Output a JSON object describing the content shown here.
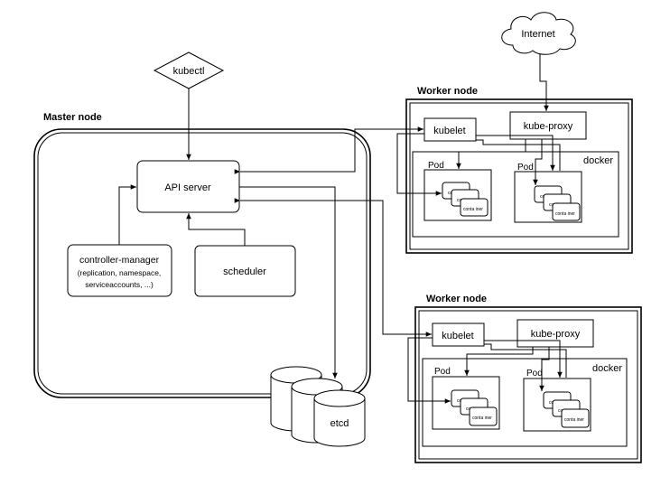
{
  "internet": "Internet",
  "kubectl": "kubectl",
  "master": {
    "title": "Master node",
    "api_server": "API server",
    "controller_manager": {
      "line1": "controller-manager",
      "line2": "(replication, namespace,",
      "line3": "serviceaccounts, ...)"
    },
    "scheduler": "scheduler",
    "etcd": "etcd"
  },
  "workers": [
    {
      "title": "Worker node",
      "kubelet": "kubelet",
      "kube_proxy": "kube-proxy",
      "docker": "docker",
      "pods": [
        {
          "label": "Pod",
          "containers": [
            "conta",
            "conta",
            "conta iner"
          ]
        },
        {
          "label": "Pod",
          "containers": [
            "conta",
            "conta",
            "conta iner"
          ]
        }
      ]
    },
    {
      "title": "Worker node",
      "kubelet": "kubelet",
      "kube_proxy": "kube-proxy",
      "docker": "docker",
      "pods": [
        {
          "label": "Pod",
          "containers": [
            "conta",
            "conta",
            "conta iner"
          ]
        },
        {
          "label": "Pod",
          "containers": [
            "conta",
            "conta",
            "conta iner"
          ]
        }
      ]
    }
  ]
}
